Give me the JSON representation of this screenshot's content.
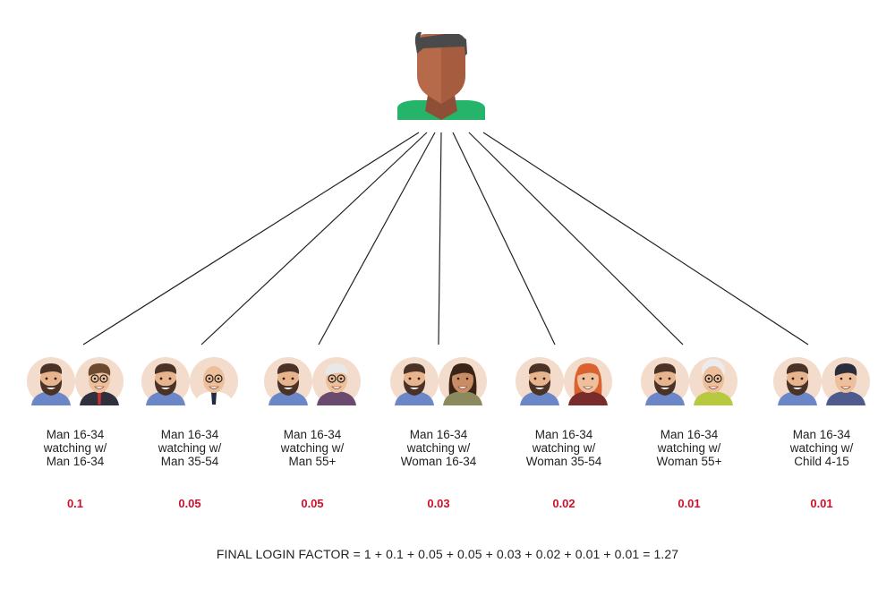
{
  "groups": [
    {
      "lines": [
        "Man 16-34",
        "watching w/",
        "Man 16-34"
      ],
      "value": "0.1",
      "partner": "man-with-glasses"
    },
    {
      "lines": [
        "Man 16-34",
        "watching w/",
        "Man 35-54"
      ],
      "value": "0.05",
      "partner": "bald-man"
    },
    {
      "lines": [
        "Man 16-34",
        "watching w/",
        "Man 55+"
      ],
      "value": "0.05",
      "partner": "old-man"
    },
    {
      "lines": [
        "Man 16-34",
        "watching w/",
        "Woman 16-34"
      ],
      "value": "0.03",
      "partner": "young-woman"
    },
    {
      "lines": [
        "Man 16-34",
        "watching w/",
        "Woman 35-54"
      ],
      "value": "0.02",
      "partner": "redhead-woman"
    },
    {
      "lines": [
        "Man 16-34",
        "watching w/",
        "Woman 55+"
      ],
      "value": "0.01",
      "partner": "old-woman"
    },
    {
      "lines": [
        "Man 16-34",
        "watching w/",
        "Child 4-15"
      ],
      "value": "0.01",
      "partner": "child"
    }
  ],
  "formula": "FINAL LOGIN FACTOR = 1 + 0.1 + 0.05 + 0.05 + 0.03 + 0.02 + 0.01 + 0.01 = 1.27",
  "colors": {
    "value_red": "#d0102b",
    "shirt_green": "#26b36a",
    "skin_dark": "#b76a4a",
    "hair_dark": "#4a4a4a",
    "avatar_bg": "#f3dccb"
  }
}
